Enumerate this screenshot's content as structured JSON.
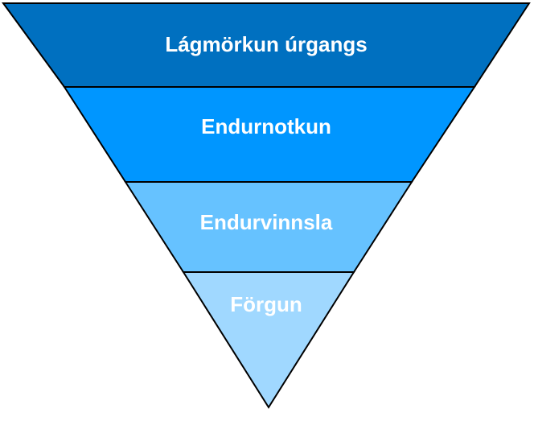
{
  "pyramid": {
    "tiers": [
      {
        "label": "Lágmörkun úrgangs",
        "color": "#0070c0"
      },
      {
        "label": "Endurnotkun",
        "color": "#0096ff"
      },
      {
        "label": "Endurvinnsla",
        "color": "#66c2ff"
      },
      {
        "label": "Förgun",
        "color": "#a0d8ff"
      }
    ]
  }
}
